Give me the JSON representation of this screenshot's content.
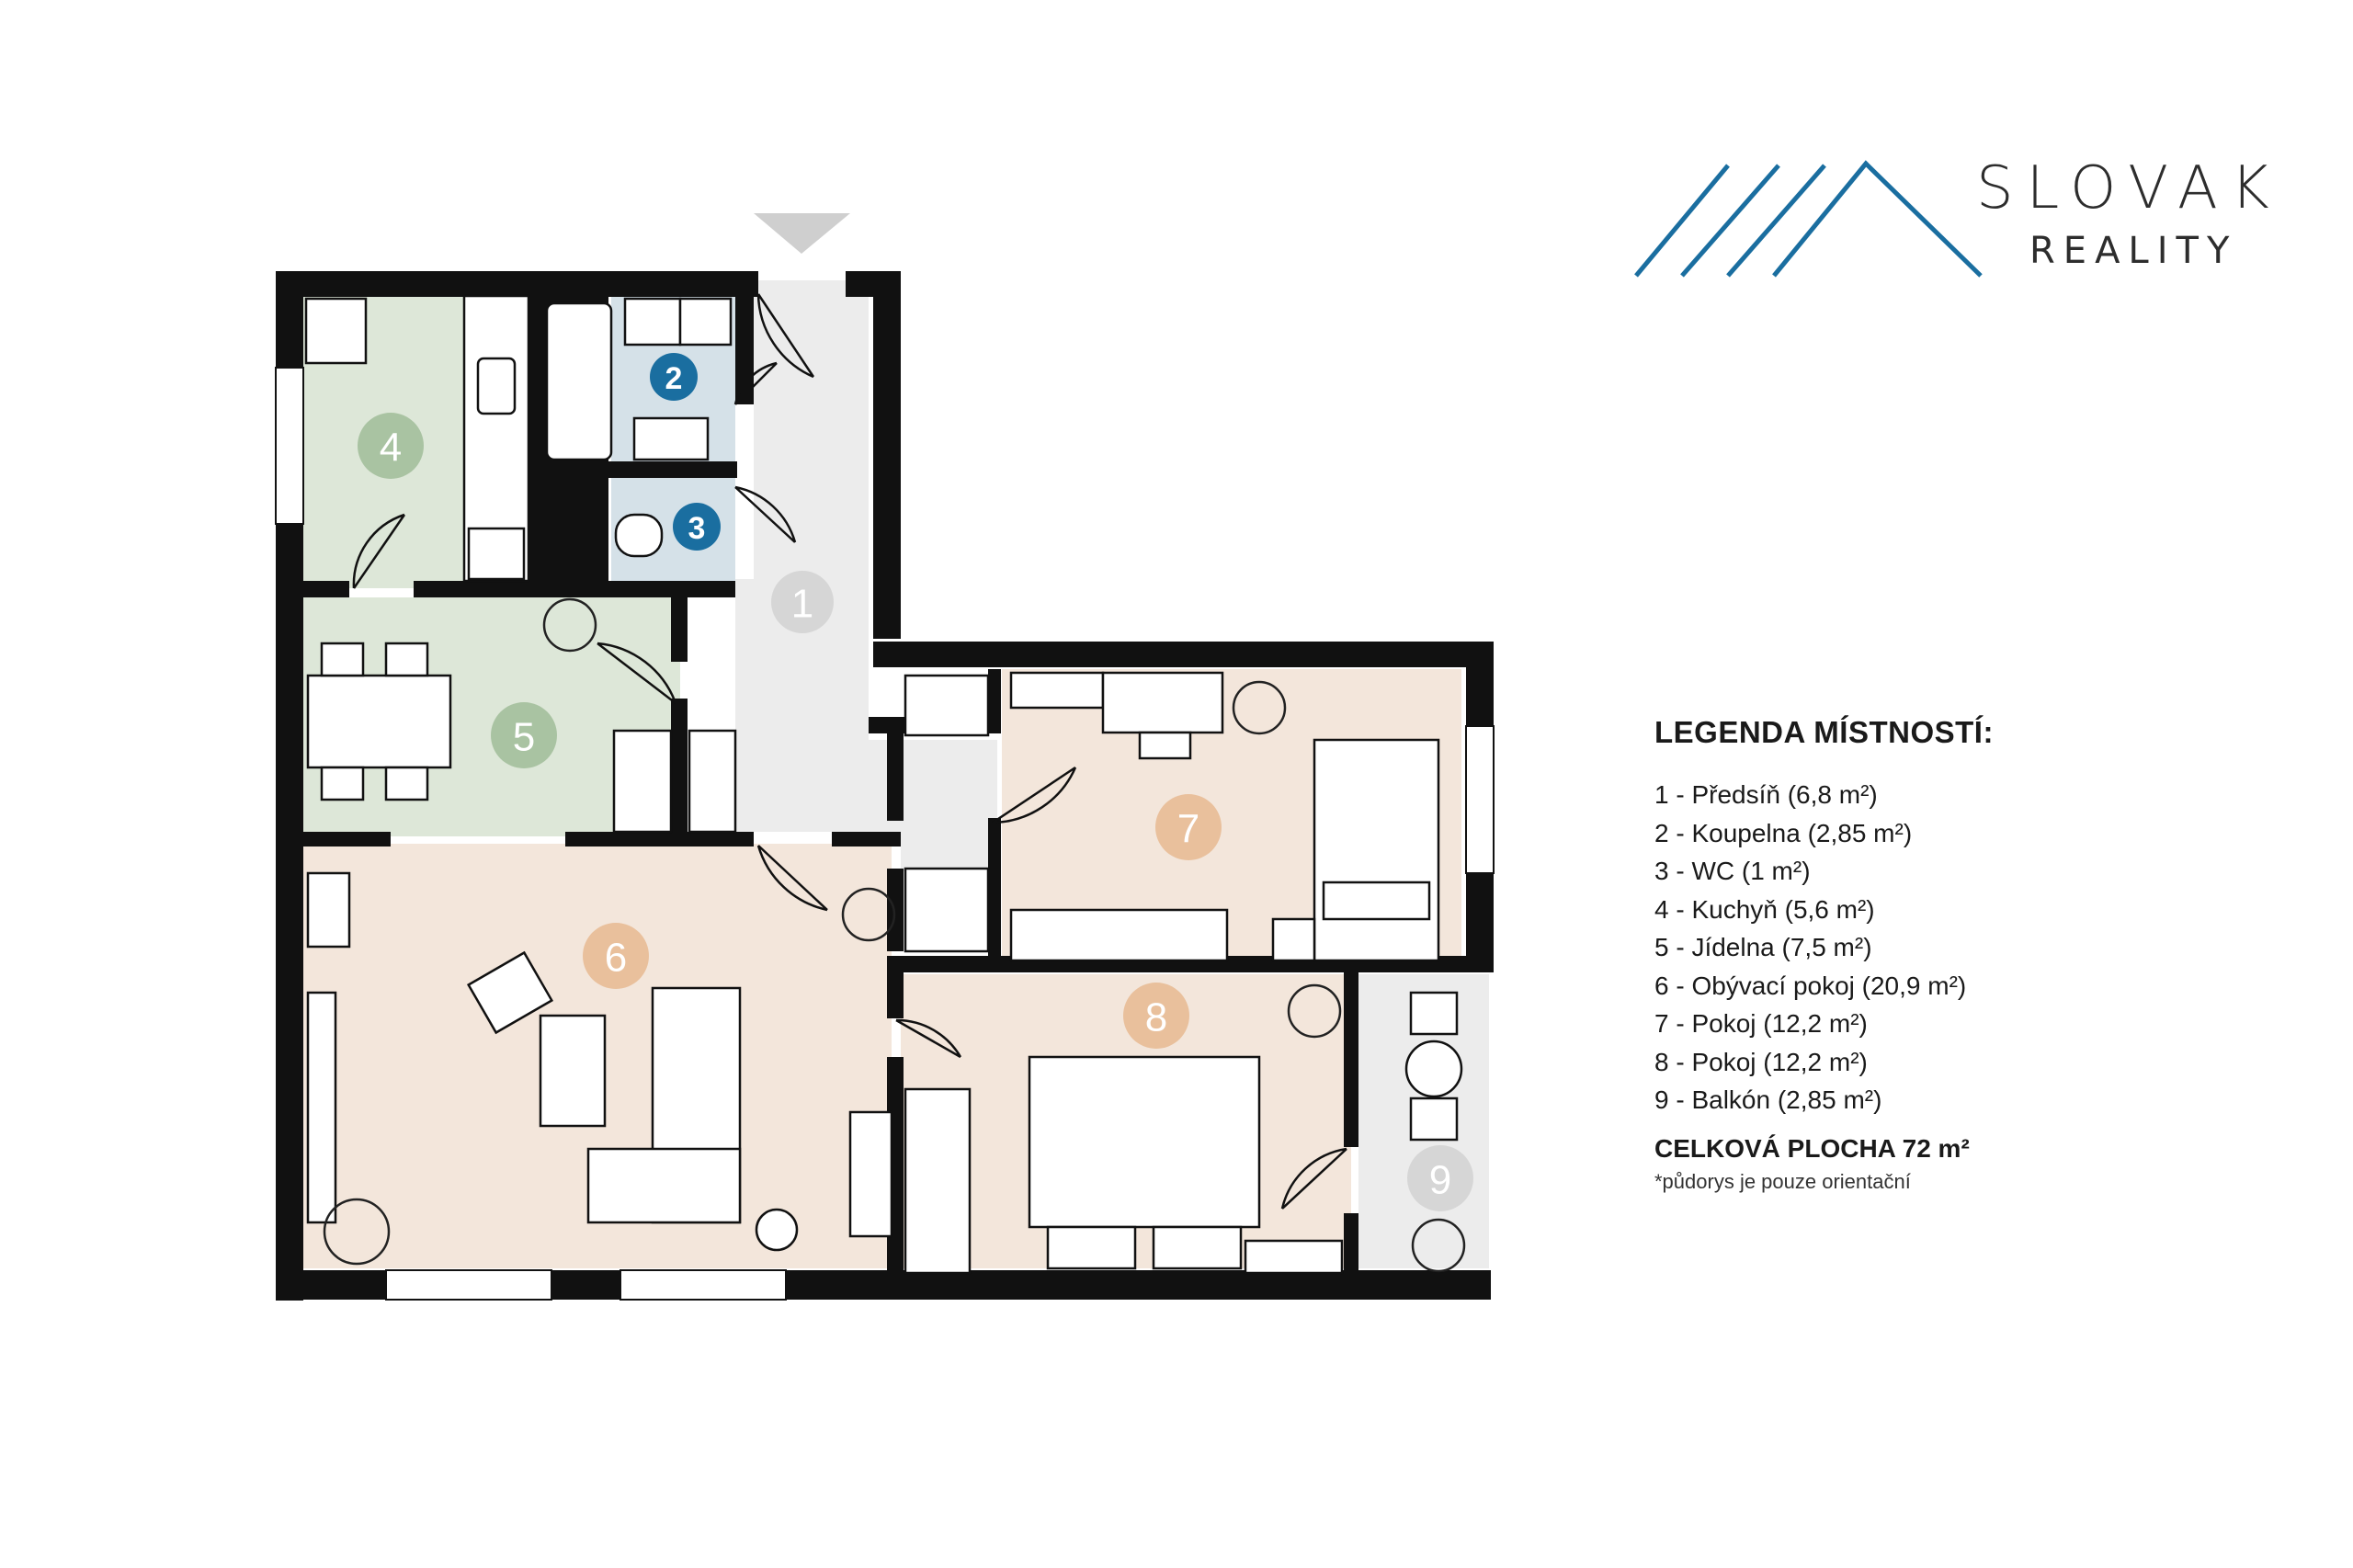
{
  "brand": {
    "name_line1": "SLOVAK",
    "name_line2": "REALITY",
    "accent_color": "#1f77b4"
  },
  "legend": {
    "title": "LEGENDA MÍSTNOSTÍ:",
    "items": [
      "1 - Předsíň (6,8 m²)",
      "2 - Koupelna (2,85 m²)",
      "3 - WC (1 m²)",
      "4 - Kuchyň (5,6 m²)",
      "5 - Jídelna (7,5 m²)",
      "6 - Obývací pokoj (20,9 m²)",
      "7 - Pokoj (12,2 m²)",
      "8 - Pokoj (12,2 m²)",
      "9 - Balkón (2,85 m²)"
    ],
    "total": "CELKOVÁ PLOCHA 72 m²",
    "note": "*půdorys je pouze orientační"
  },
  "rooms": [
    {
      "number": "1",
      "fill": "#ececec",
      "badge": "#d6d6d6"
    },
    {
      "number": "2",
      "fill": "#d5e1e8",
      "badge": "#1a6ea0"
    },
    {
      "number": "3",
      "fill": "#d5e1e8",
      "badge": "#1a6ea0"
    },
    {
      "number": "4",
      "fill": "#dde7d8",
      "badge": "#a9c3a2"
    },
    {
      "number": "5",
      "fill": "#dde7d8",
      "badge": "#a9c3a2"
    },
    {
      "number": "6",
      "fill": "#f3e6db",
      "badge": "#e9c09c"
    },
    {
      "number": "7",
      "fill": "#f3e6db",
      "badge": "#e9c09c"
    },
    {
      "number": "8",
      "fill": "#f3e6db",
      "badge": "#e9c09c"
    },
    {
      "number": "9",
      "fill": "#ececec",
      "badge": "#d6d6d6"
    }
  ],
  "icons": [
    "entrance-arrow-icon",
    "plant-icon",
    "bathtub-icon",
    "sink-icon",
    "toilet-icon",
    "stove-icon",
    "bed-icon",
    "sofa-icon",
    "table-icon",
    "fan-icon"
  ]
}
